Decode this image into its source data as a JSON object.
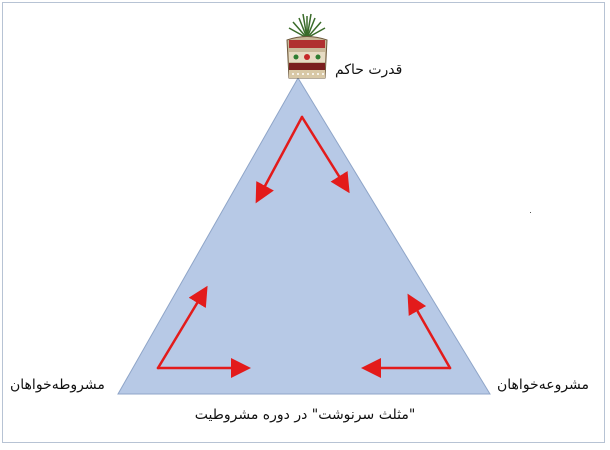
{
  "labels": {
    "top": "قدرت حاکم",
    "left": "مشروطه‌خواهان",
    "right": "مشروعه‌خواهان"
  },
  "caption": "\"مثلث سرنوشت\" در دوره مشروطیت",
  "colors": {
    "triangle_fill": "#b7c9e6",
    "triangle_stroke": "#8fa5c8",
    "arrow": "#e31b1b"
  },
  "icons": {
    "top": "crown-icon"
  }
}
